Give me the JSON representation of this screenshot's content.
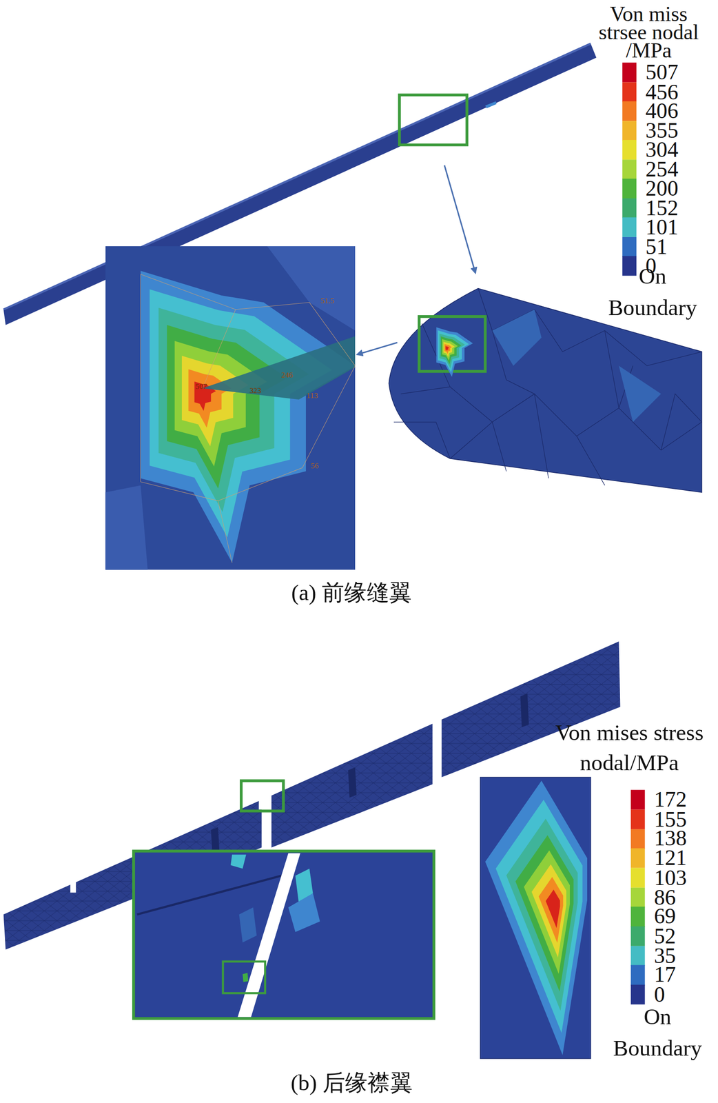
{
  "diagram": {
    "labels": [
      "Von miss strsee nodal /MPa",
      "On Boundary",
      "(a) 前缘缝翼",
      "Von mises stress nodal/MPa",
      "On Boundary",
      "(b) 后缘襟翼",
      "507",
      "323",
      "246",
      "113",
      "56",
      "51.5"
    ],
    "legend": [
      {
        "text": "507",
        "color": "#c4001c"
      },
      {
        "text": "456",
        "color": "#e4331a"
      },
      {
        "text": "406",
        "color": "#f27a22"
      },
      {
        "text": "355",
        "color": "#f0b52a"
      },
      {
        "text": "304",
        "color": "#e6df2e"
      },
      {
        "text": "254",
        "color": "#a6d63a"
      },
      {
        "text": "200",
        "color": "#4fb43c"
      },
      {
        "text": "152",
        "color": "#3caa6c"
      },
      {
        "text": "101",
        "color": "#44bcc4"
      },
      {
        "text": "51",
        "color": "#2f6cc0"
      },
      {
        "text": "0",
        "color": "#27358c"
      },
      {
        "text": "172",
        "color": "#c4001c"
      },
      {
        "text": "155",
        "color": "#e4331a"
      },
      {
        "text": "138",
        "color": "#f27a22"
      },
      {
        "text": "121",
        "color": "#f0b52a"
      },
      {
        "text": "103",
        "color": "#e6df2e"
      },
      {
        "text": "86",
        "color": "#a6d63a"
      },
      {
        "text": "69",
        "color": "#4fb43c"
      },
      {
        "text": "52",
        "color": "#3caa6c"
      },
      {
        "text": "35",
        "color": "#44bcc4"
      },
      {
        "text": "17",
        "color": "#2f6cc0"
      },
      {
        "text": "0",
        "color": "#27358c"
      }
    ]
  }
}
